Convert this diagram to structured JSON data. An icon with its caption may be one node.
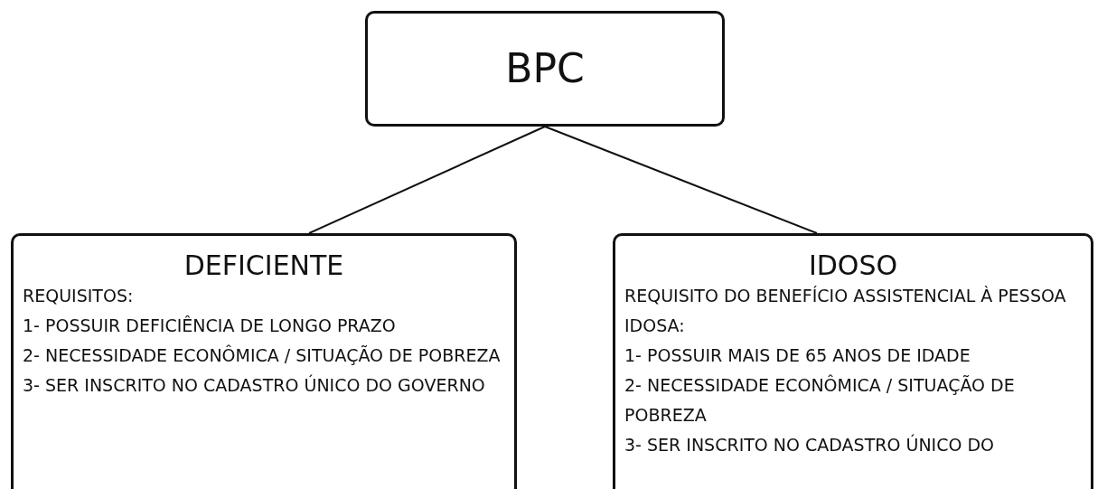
{
  "diagram": {
    "nodes": [
      {
        "text": [
          "BPC"
        ]
      },
      {
        "text": [
          "DEFICIENTE",
          "REQUISITOS:",
          "1- POSSUIR DEFICIÊNCIA DE LONGO PRAZO",
          "2- NECESSIDADE ECONÔMICA / SITUAÇÃO DE POBREZA",
          "3- SER INSCRITO NO CADASTRO ÚNICO DO GOVERNO"
        ]
      },
      {
        "text": [
          "IDOSO",
          "REQUISITO DO BENEFÍCIO ASSISTENCIAL À PESSOA IDOSA:",
          "1- POSSUIR MAIS DE 65 ANOS DE IDADE",
          "2- NECESSIDADE ECONÔMICA / SITUAÇÃO DE POBREZA",
          "3- SER INSCRITO NO CADASTRO ÚNICO DO"
        ]
      }
    ],
    "edges": [
      {
        "from": 0,
        "to": 1,
        "arrow": "none"
      },
      {
        "from": 0,
        "to": 2,
        "arrow": "none"
      }
    ]
  }
}
